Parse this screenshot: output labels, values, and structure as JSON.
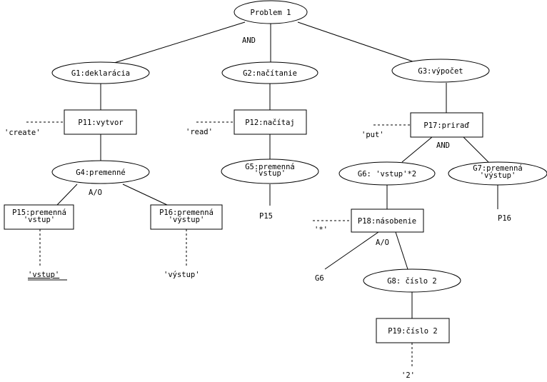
{
  "goal_nodes": [
    {
      "id": "root",
      "label": "Problem 1"
    },
    {
      "id": "g1",
      "label": "G1:deklarácia"
    },
    {
      "id": "g2",
      "label": "G2:načítanie"
    },
    {
      "id": "g3",
      "label": "G3:výpočet"
    },
    {
      "id": "g4",
      "label": "G4:premenné"
    },
    {
      "id": "g5",
      "label_line1": "G5:premenná",
      "label_line2": "'vstup'"
    },
    {
      "id": "g6",
      "label": "G6: 'vstup'*2"
    },
    {
      "id": "g7",
      "label_line1": "G7:premenná",
      "label_line2": "'výstup'"
    },
    {
      "id": "g8",
      "label": "G8: číslo 2"
    }
  ],
  "procedure_nodes": [
    {
      "id": "p11",
      "label": "P11:vytvor"
    },
    {
      "id": "p12",
      "label": "P12:načítaj"
    },
    {
      "id": "p17",
      "label": "P17:priraď"
    },
    {
      "id": "p15",
      "label_line1": "P15:premenná",
      "label_line2": "'vstup'"
    },
    {
      "id": "p16",
      "label_line1": "P16:premenná",
      "label_line2": "'výstup'"
    },
    {
      "id": "p18",
      "label": "P18:násobenie"
    },
    {
      "id": "p19",
      "label": "P19:číslo 2"
    }
  ],
  "edge_labels": {
    "root_and": "AND",
    "p17_and": "AND",
    "g4_ao": "A/O",
    "p18_ao": "A/O"
  },
  "terminals": {
    "create": "'create'",
    "read": "'read'",
    "put": "'put'",
    "star": "'*'",
    "vstup": "'vstup'",
    "vystup": "'výstup'",
    "two": "'2'"
  },
  "references": {
    "p15_ref": "P15",
    "p16_ref": "P16",
    "g6_ref": "G6"
  }
}
